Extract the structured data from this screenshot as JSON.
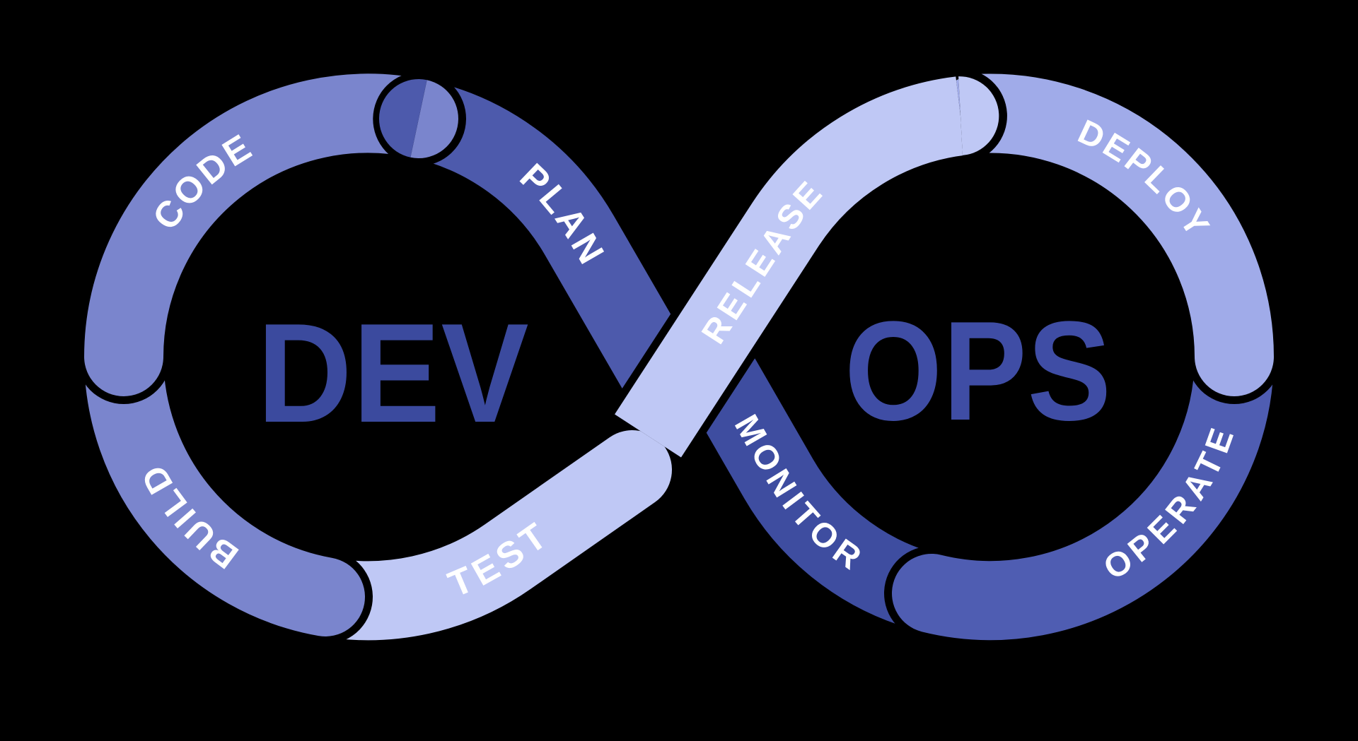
{
  "diagram": {
    "dev_label": "DEV",
    "ops_label": "OPS",
    "segments": [
      {
        "id": "plan",
        "label": "PLAN",
        "color": "#4d5aac"
      },
      {
        "id": "code",
        "label": "CODE",
        "color": "#7a85cd"
      },
      {
        "id": "build",
        "label": "BUILD",
        "color": "#7a85cd"
      },
      {
        "id": "test",
        "label": "TEST",
        "color": "#bfc8f5"
      },
      {
        "id": "release",
        "label": "RELEASE",
        "color": "#bfc8f5"
      },
      {
        "id": "deploy",
        "label": "DEPLOY",
        "color": "#a0abe9"
      },
      {
        "id": "operate",
        "label": "OPERATE",
        "color": "#4f5db2"
      },
      {
        "id": "monitor",
        "label": "MONITOR",
        "color": "#3e4da0"
      }
    ],
    "colors": {
      "background": "#000000",
      "outline": "#000000",
      "label_text": "#ffffff",
      "dev_text": "#3b4a9e",
      "ops_text": "#3f4da5"
    }
  }
}
